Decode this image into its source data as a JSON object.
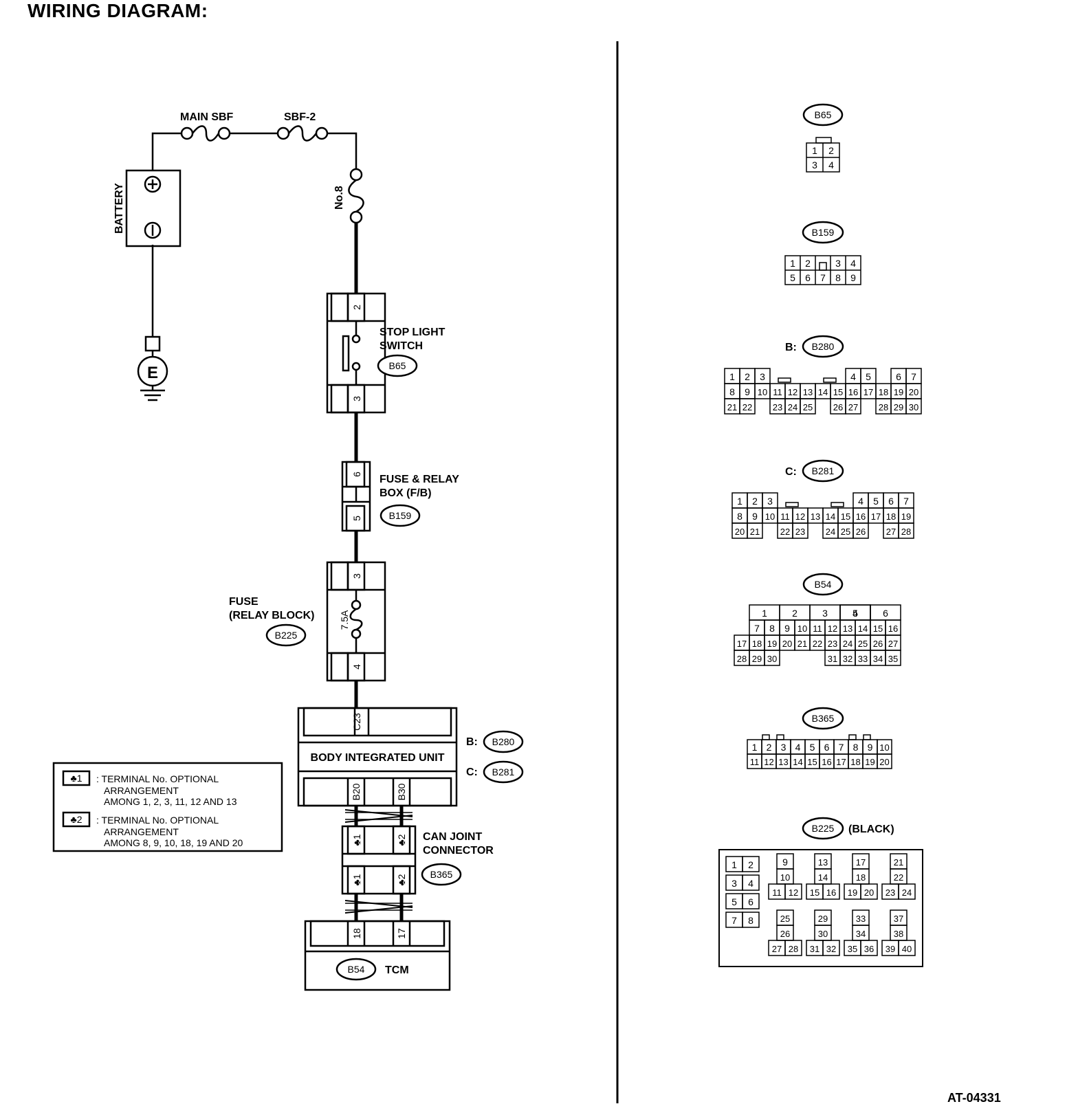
{
  "page": {
    "title": "WIRING DIAGRAM:",
    "figure_id": "AT-04331"
  },
  "circuit": {
    "battery": "BATTERY",
    "ground": "E",
    "main_sbf": "MAIN SBF",
    "sbf2": "SBF-2",
    "fuse_no8": "No.8",
    "stop_light_switch": {
      "line1": "STOP LIGHT",
      "line2": "SWITCH",
      "connector": "B65",
      "pin_top": "2",
      "pin_bottom": "3"
    },
    "fuse_relay_box": {
      "line1": "FUSE & RELAY",
      "line2": "BOX (F/B)",
      "connector": "B159",
      "pin_top": "6",
      "pin_bottom": "5"
    },
    "fuse_relay_block": {
      "line1": "FUSE",
      "line2": "(RELAY BLOCK)",
      "connector": "B225",
      "rating": "7.5A",
      "pin_top": "3",
      "pin_bottom": "4"
    },
    "body_integrated_unit": {
      "label": "BODY INTEGRATED UNIT",
      "pin_top": "C23",
      "pin_left": "B20",
      "pin_right": "B30",
      "prefix_b": "B:",
      "conn_b": "B280",
      "prefix_c": "C:",
      "conn_c": "B281"
    },
    "can_joint": {
      "line1": "CAN JOINT",
      "line2": "CONNECTOR",
      "connector": "B365",
      "pin_left": "♣1",
      "pin_right": "♣2"
    },
    "tcm": {
      "label": "TCM",
      "connector": "B54",
      "pin_left": "18",
      "pin_right": "17"
    }
  },
  "legend": {
    "items": [
      {
        "marker": "♣1",
        "line1": ": TERMINAL No. OPTIONAL",
        "line2": "ARRANGEMENT",
        "line3": "AMONG 1, 2, 3, 11, 12  AND 13"
      },
      {
        "marker": "♣2",
        "line1": ": TERMINAL No. OPTIONAL",
        "line2": "ARRANGEMENT",
        "line3": "AMONG 8, 9, 10, 18, 19  AND 20"
      }
    ]
  },
  "connectors": {
    "b65": {
      "name": "B65",
      "rows": [
        [
          "1",
          "2"
        ],
        [
          "3",
          "4"
        ]
      ]
    },
    "b159": {
      "name": "B159",
      "rows": [
        [
          "1",
          "2",
          "3",
          "4"
        ],
        [
          "5",
          "6",
          "7",
          "8",
          "9"
        ]
      ]
    },
    "b280": {
      "prefix": "B:",
      "name": "B280",
      "rows": [
        [
          "1",
          "2",
          "3",
          "4",
          "5",
          "6",
          "7"
        ],
        [
          "8",
          "9",
          "10",
          "11",
          "12",
          "13",
          "14",
          "15",
          "16",
          "17",
          "18",
          "19",
          "20"
        ],
        [
          "21",
          "22",
          "23",
          "24",
          "25",
          "26",
          "27",
          "28",
          "29",
          "30"
        ]
      ]
    },
    "b281": {
      "prefix": "C:",
      "name": "B281",
      "rows": [
        [
          "1",
          "2",
          "3",
          "4",
          "5",
          "6",
          "7"
        ],
        [
          "8",
          "9",
          "10",
          "11",
          "12",
          "13",
          "14",
          "15",
          "16",
          "17",
          "18",
          "19"
        ],
        [
          "20",
          "21",
          "22",
          "23",
          "24",
          "25",
          "26",
          "27",
          "28"
        ]
      ]
    },
    "b54": {
      "name": "B54",
      "rows": [
        [
          "1",
          "2",
          "3",
          "4",
          "5",
          "6"
        ],
        [
          "7",
          "8",
          "9",
          "10",
          "11",
          "12",
          "13",
          "14",
          "15",
          "16"
        ],
        [
          "17",
          "18",
          "19",
          "20",
          "21",
          "22",
          "23",
          "24",
          "25",
          "26",
          "27"
        ],
        [
          "28",
          "29",
          "30",
          "31",
          "32",
          "33",
          "34",
          "35"
        ]
      ]
    },
    "b365": {
      "name": "B365",
      "rows": [
        [
          "1",
          "2",
          "3",
          "4",
          "5",
          "6",
          "7",
          "8",
          "9",
          "10"
        ],
        [
          "11",
          "12",
          "13",
          "14",
          "15",
          "16",
          "17",
          "18",
          "19",
          "20"
        ]
      ]
    },
    "b225": {
      "name": "B225",
      "note": "(BLACK)",
      "cells": [
        "1",
        "2",
        "3",
        "4",
        "5",
        "6",
        "7",
        "8",
        "9",
        "10",
        "11",
        "12",
        "13",
        "14",
        "15",
        "16",
        "17",
        "18",
        "19",
        "20",
        "21",
        "22",
        "23",
        "24",
        "25",
        "26",
        "27",
        "28",
        "29",
        "30",
        "31",
        "32",
        "33",
        "34",
        "35",
        "36",
        "37",
        "38",
        "39",
        "40"
      ]
    }
  }
}
